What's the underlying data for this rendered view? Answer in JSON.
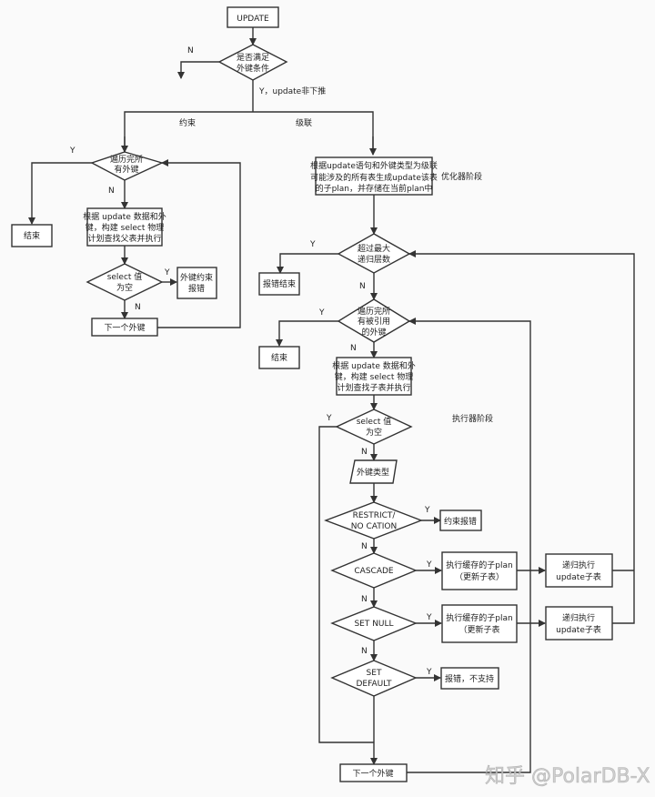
{
  "nodes": {
    "update": "UPDATE",
    "fk_condition": [
      "是否满足",
      "外键条件"
    ],
    "l_traverse": [
      "遍历完所",
      "有外键"
    ],
    "l_end": "结束",
    "l_build": [
      "根据 update 数据和外",
      "键，构建 select 物理",
      "计划查找父表并执行"
    ],
    "l_select_empty": [
      "select 值",
      "为空"
    ],
    "l_fk_error": [
      "外键约束",
      "报错"
    ],
    "l_next_fk": "下一个外键",
    "r_gen_plan": [
      "根据update语句和外键类型为级联",
      "可能涉及的所有表生成update该表",
      "的子plan，并存储在当前plan中"
    ],
    "r_max_depth": [
      "超过最大",
      "递归层数"
    ],
    "r_err_end": "报错结束",
    "r_traverse": [
      "遍历完所",
      "有被引用",
      "的外键"
    ],
    "r_end": "结束",
    "r_build": [
      "根据 update 数据和外",
      "键，构建 select 物理",
      "计划查找子表并执行"
    ],
    "r_select_empty": [
      "select 值",
      "为空"
    ],
    "r_fk_type": "外键类型",
    "r_restrict": [
      "RESTRICT/",
      "NO CATION"
    ],
    "r_constraint_err": "约束报错",
    "r_cascade": "CASCADE",
    "r_exec_plan1": [
      "执行缓存的子plan",
      "（更新子表）"
    ],
    "r_recurse1": [
      "递归执行",
      "update子表"
    ],
    "r_setnull": "SET NULL",
    "r_exec_plan2": [
      "执行缓存的子plan",
      "（更新子表"
    ],
    "r_recurse2": [
      "递归执行",
      "update子表"
    ],
    "r_setdefault": [
      "SET",
      "DEFAULT"
    ],
    "r_unsupported": "报错，不支持",
    "r_next_fk": "下一个外键"
  },
  "edge_labels": {
    "n": "N",
    "y": "Y",
    "y_update_no_pushdown": "Y，update非下推",
    "constraint": "约束",
    "cascade": "级联"
  },
  "annotations": {
    "optimizer_phase": "优化器阶段",
    "executor_phase": "执行器阶段"
  },
  "watermark": "知乎 @PolarDB-X"
}
